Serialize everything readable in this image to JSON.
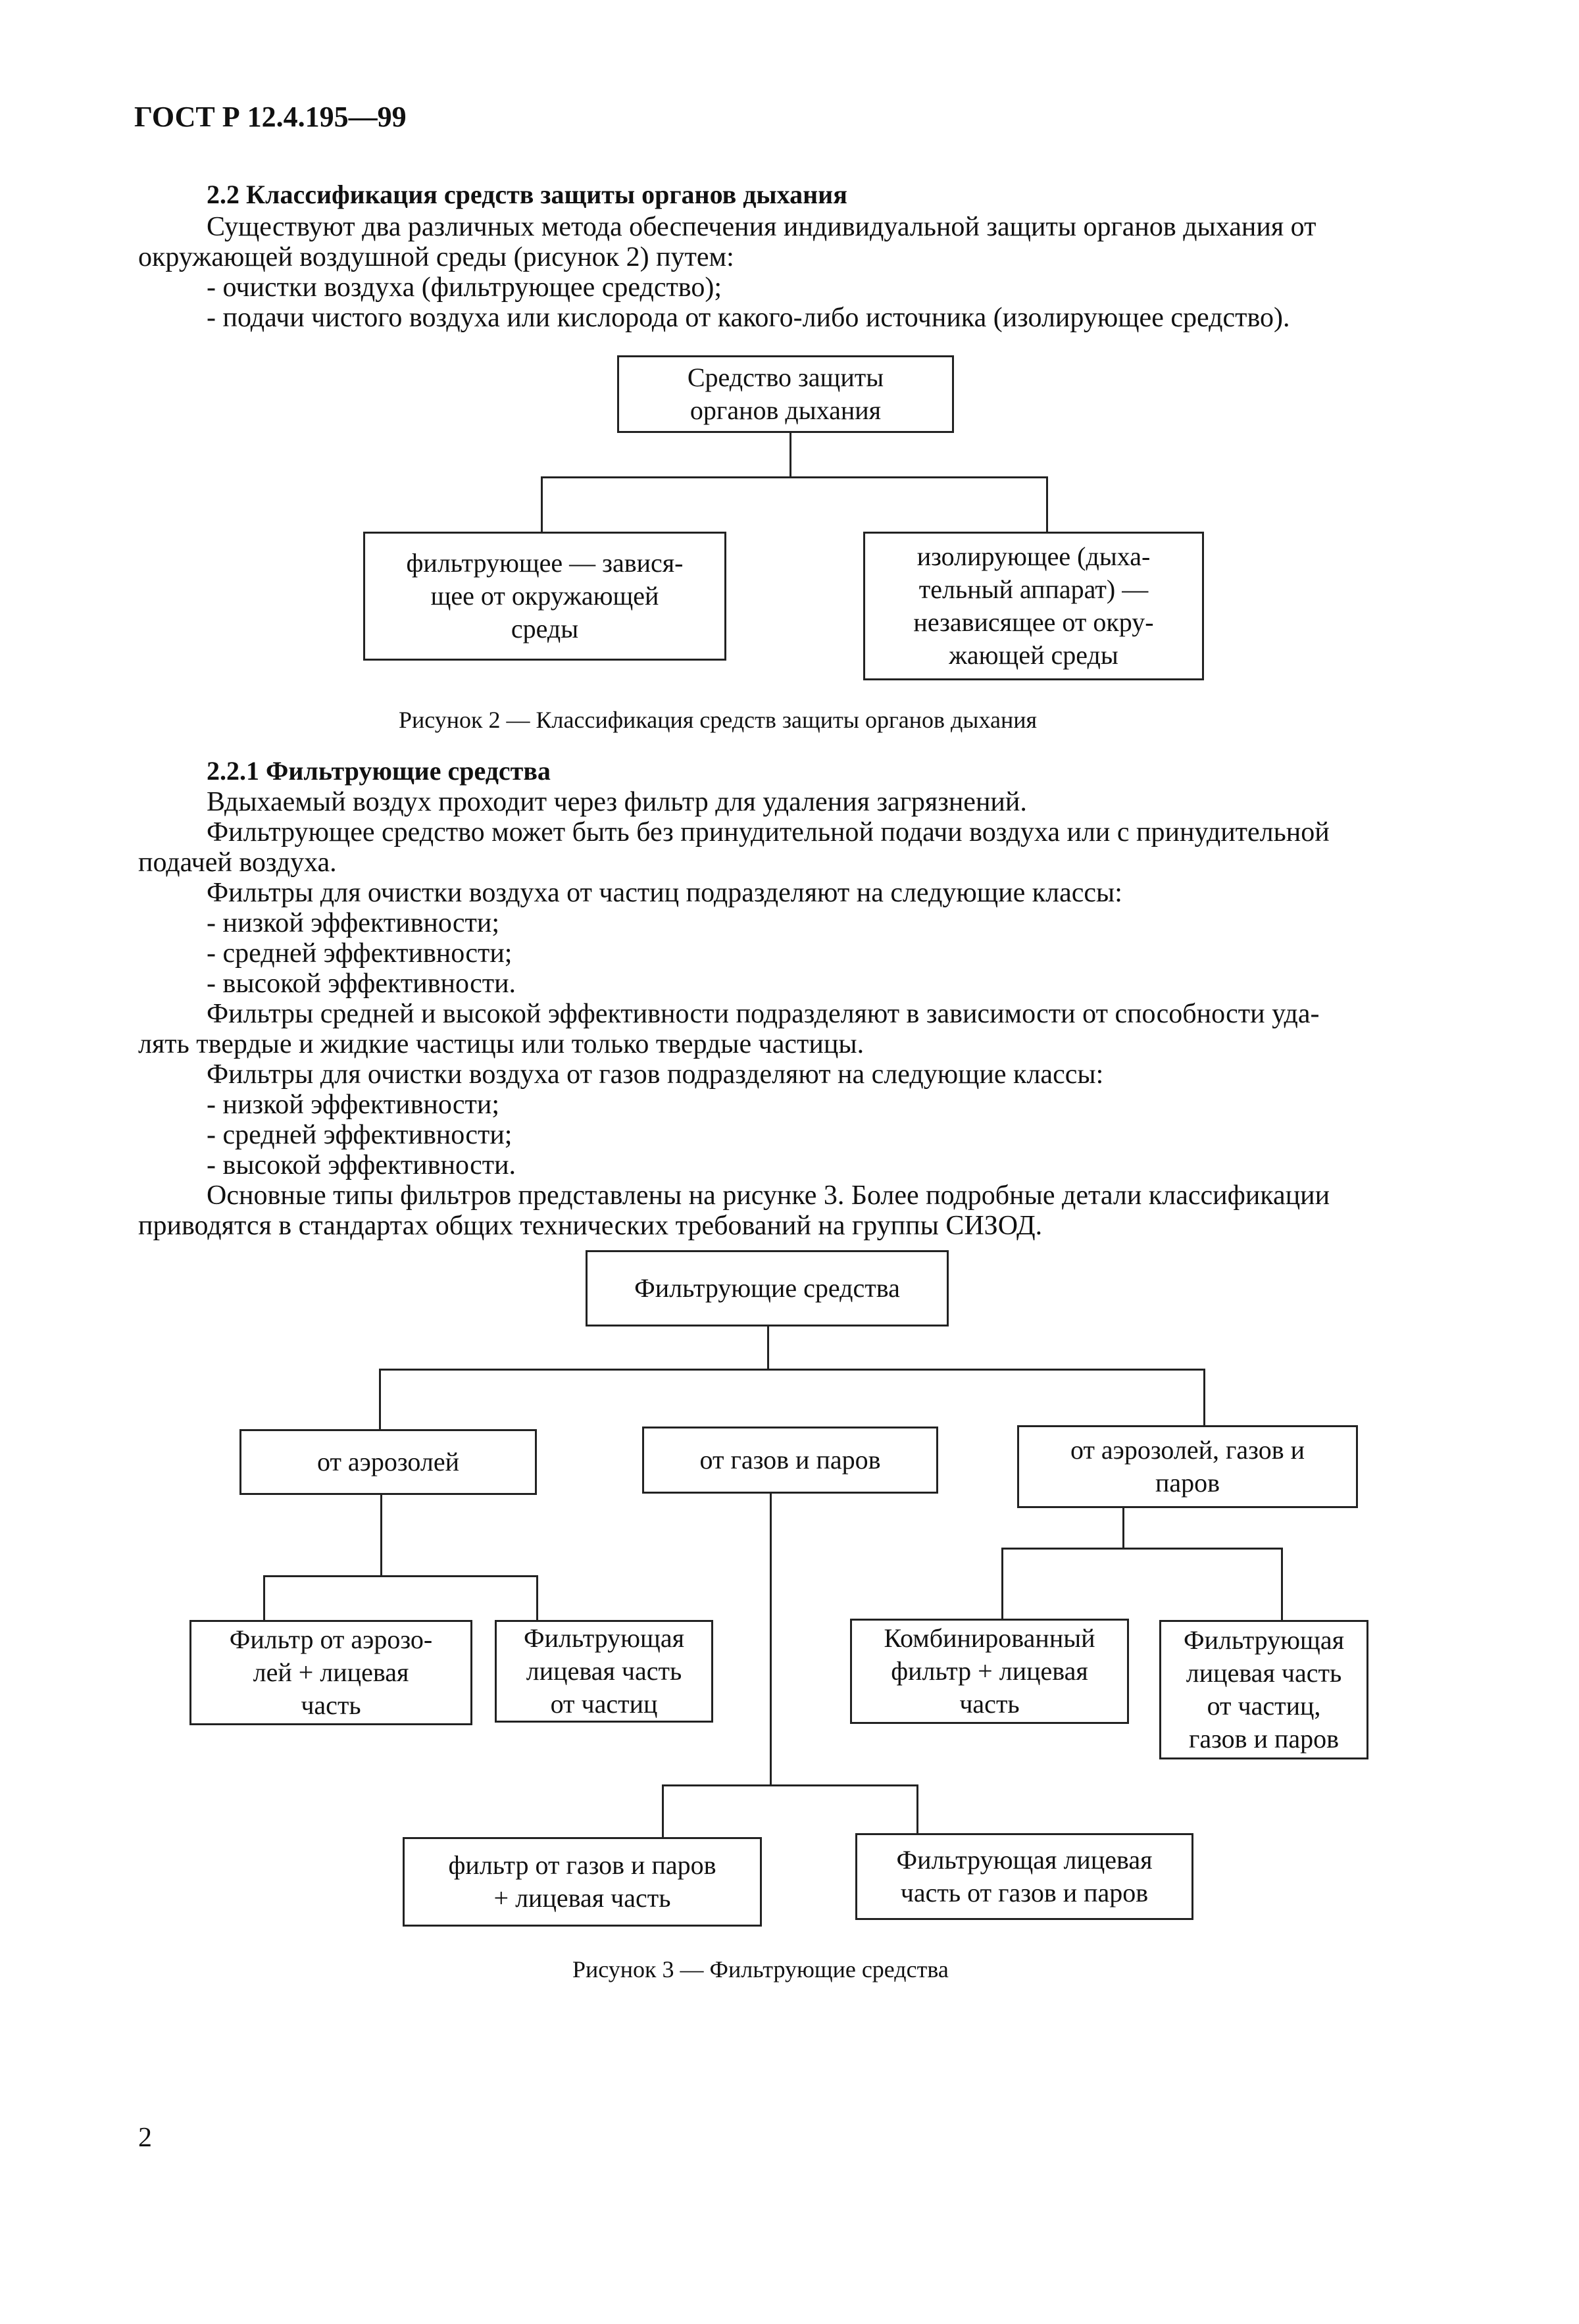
{
  "header": {
    "doc_id": "ГОСТ Р 12.4.195—99"
  },
  "section_2_2": {
    "heading": "2.2 Классификация средств защиты органов дыхания",
    "lines": [
      "Существуют два различных метода обеспечения индивидуальной защиты органов дыхания от",
      "окружающей воздушной среды (рисунок 2) путем:",
      "- очистки воздуха (фильтрующее средство);",
      "- подачи чистого воздуха или кислорода от какого-либо источника (изолирующее средство)."
    ]
  },
  "figure2": {
    "root": [
      "Средство защиты",
      "органов дыхания"
    ],
    "left": [
      "фильтрующее — завися-",
      "щее от окружающей",
      "среды"
    ],
    "right": [
      "изолирующее (дыха-",
      "тельный аппарат) —",
      "независящее от окру-",
      "жающей среды"
    ],
    "caption": "Рисунок 2 — Классификация средств защиты органов дыхания"
  },
  "section_2_2_1": {
    "heading": "2.2.1 Фильтрующие средства",
    "lines": [
      "Вдыхаемый воздух проходит через фильтр для удаления загрязнений.",
      "Фильтрующее средство может быть без принудительной подачи воздуха или с принудительной",
      "подачей воздуха.",
      "Фильтры для очистки воздуха от частиц подразделяют на следующие классы:",
      "- низкой эффективности;",
      "- средней эффективности;",
      "- высокой эффективности.",
      "Фильтры средней и высокой эффективности подразделяют в зависимости от способности уда-",
      "лять твердые и жидкие частицы или только твердые частицы.",
      "Фильтры для очистки воздуха от газов подразделяют на следующие классы:",
      "- низкой эффективности;",
      "- средней эффективности;",
      "- высокой эффективности.",
      "Основные типы фильтров представлены на рисунке 3. Более подробные детали классификации",
      "приводятся в стандартах общих технических требований на группы СИЗОД."
    ]
  },
  "figure3": {
    "root": [
      "Фильтрующие средства"
    ],
    "aerosol": [
      "от аэрозолей"
    ],
    "gas": [
      "от газов и паров"
    ],
    "combined": [
      "от аэрозолей, газов и",
      "паров"
    ],
    "aerosol_filter": [
      "Фильтр от аэрозо-",
      "лей + лицевая",
      "часть"
    ],
    "aerosol_mask": [
      "Фильтрующая",
      "лицевая часть",
      "от частиц"
    ],
    "combined_filter": [
      "Комбинированный",
      "фильтр + лицевая",
      "часть"
    ],
    "combined_mask": [
      "Фильтрующая",
      "лицевая часть",
      "от частиц,",
      "газов и паров"
    ],
    "gas_filter": [
      "фильтр от газов и паров",
      "+ лицевая часть"
    ],
    "gas_mask": [
      "Фильтрующая лицевая",
      "часть от газов и паров"
    ],
    "caption": "Рисунок 3 — Фильтрующие средства"
  },
  "page_number": "2"
}
